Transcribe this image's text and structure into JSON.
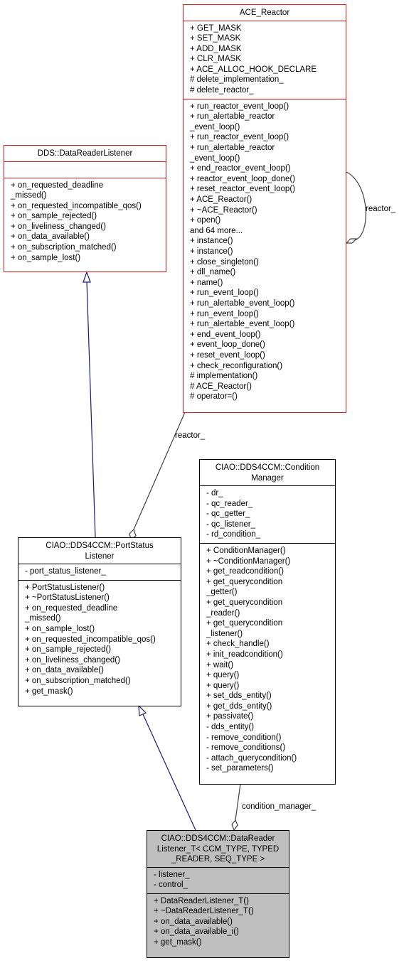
{
  "ace_reactor": {
    "title": "ACE_Reactor",
    "attributes": [
      "+ GET_MASK",
      "+ SET_MASK",
      "+ ADD_MASK",
      "+ CLR_MASK",
      "+ ACE_ALLOC_HOOK_DECLARE",
      "# delete_implementation_",
      "# delete_reactor_"
    ],
    "methods": [
      "+ run_reactor_event_loop()",
      "+ run_alertable_reactor",
      "_event_loop()",
      "+ run_reactor_event_loop()",
      "+ run_alertable_reactor",
      "_event_loop()",
      "+ end_reactor_event_loop()",
      "+ reactor_event_loop_done()",
      "+ reset_reactor_event_loop()",
      "+ ACE_Reactor()",
      "+ ~ACE_Reactor()",
      "+ open()",
      "and 64 more...",
      "+ instance()",
      "+ instance()",
      "+ close_singleton()",
      "+ dll_name()",
      "+ name()",
      "+ run_event_loop()",
      "+ run_alertable_event_loop()",
      "+ run_event_loop()",
      "+ run_alertable_event_loop()",
      "+ end_event_loop()",
      "+ event_loop_done()",
      "+ reset_event_loop()",
      "+ check_reconfiguration()",
      "# implementation()",
      "# ACE_Reactor()",
      "# operator=()"
    ]
  },
  "dds_listener": {
    "title": "DDS::DataReaderListener",
    "methods": [
      "+ on_requested_deadline",
      "_missed()",
      "+ on_requested_incompatible_qos()",
      "+ on_sample_rejected()",
      "+ on_liveliness_changed()",
      "+ on_data_available()",
      "+ on_subscription_matched()",
      "+ on_sample_lost()"
    ]
  },
  "port_status": {
    "title": [
      "CIAO::DDS4CCM::PortStatus",
      "Listener"
    ],
    "attributes": [
      "- port_status_listener_"
    ],
    "methods": [
      "+ PortStatusListener()",
      "+ ~PortStatusListener()",
      "+ on_requested_deadline",
      "_missed()",
      "+ on_sample_lost()",
      "+ on_requested_incompatible_qos()",
      "+ on_sample_rejected()",
      "+ on_liveliness_changed()",
      "+ on_data_available()",
      "+ on_subscription_matched()",
      "+ get_mask()"
    ]
  },
  "condition_manager": {
    "title": [
      "CIAO::DDS4CCM::Condition",
      "Manager"
    ],
    "attributes": [
      "- dr_",
      "- qc_reader_",
      "- qc_getter_",
      "- qc_listener_",
      "- rd_condition_"
    ],
    "methods": [
      "+ ConditionManager()",
      "+ ~ConditionManager()",
      "+ get_readcondition()",
      "+ get_querycondition",
      "_getter()",
      "+ get_querycondition",
      "_reader()",
      "+ get_querycondition",
      "_listener()",
      "+ check_handle()",
      "+ init_readcondition()",
      "+ wait()",
      "+ query()",
      "+ query()",
      "+ set_dds_entity()",
      "+ get_dds_entity()",
      "+ passivate()",
      "- dds_entity()",
      "- remove_condition()",
      "- remove_conditions()",
      "- attach_querycondition()",
      "- set_parameters()"
    ]
  },
  "data_reader_listener": {
    "title": [
      "CIAO::DDS4CCM::DataReader",
      "Listener_T< CCM_TYPE, TYPED",
      "_READER, SEQ_TYPE >"
    ],
    "attributes": [
      "- listener_",
      "- control_"
    ],
    "methods": [
      "+ DataReaderListener_T()",
      "+ ~DataReaderListener_T()",
      "+ on_data_available()",
      "+ on_data_available_i()",
      "+ get_mask()"
    ]
  },
  "edge_labels": {
    "reactor_self": "reactor_",
    "reactor_to_port": "reactor_",
    "condition_manager": "condition_manager_"
  },
  "colors": {
    "external_border": "#e31a1c",
    "class_border": "#000000",
    "focus_fill": "#bfbfbf",
    "inheritance_edge": "#191970",
    "association_edge": "#404040"
  }
}
